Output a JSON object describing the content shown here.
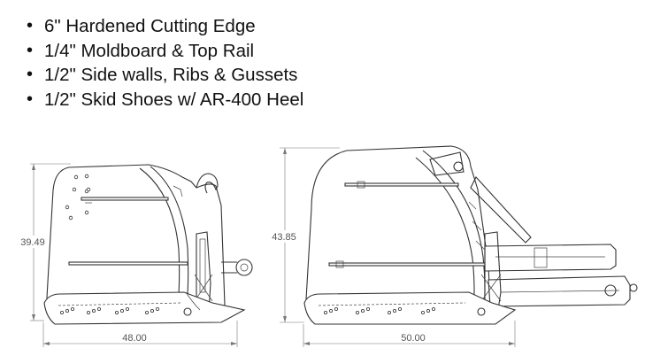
{
  "specs": [
    "6\" Hardened Cutting Edge",
    "1/4\" Moldboard & Top Rail",
    "1/2\" Side walls, Ribs & Gussets",
    "1/2\" Skid Shoes w/ AR-400 Heel"
  ],
  "bullet_glyph": "•",
  "dimensions": {
    "left_height": "39.49",
    "left_width": "48.00",
    "right_height": "43.85",
    "right_width": "50.00"
  }
}
